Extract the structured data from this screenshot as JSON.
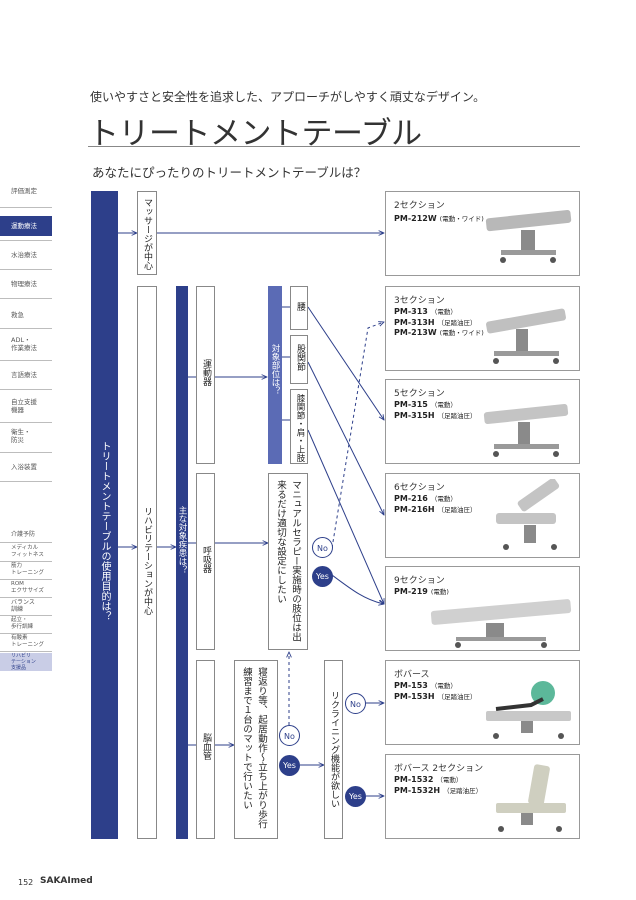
{
  "header": {
    "tagline": "使いやすさと安全性を追求した、アプローチがしやすく頑丈なデザイン。",
    "title": "トリートメントテーブル",
    "subtitle": "あなたにぴったりのトリートメントテーブルは？"
  },
  "sidebar": {
    "items": [
      {
        "label": "評価測定"
      },
      {
        "label": "運動療法",
        "active": true
      },
      {
        "label": "水治療法"
      },
      {
        "label": "物理療法"
      },
      {
        "label": "救急"
      },
      {
        "label": "ADL・\n作業療法"
      },
      {
        "label": "言語療法"
      },
      {
        "label": "自立支援\n機器"
      },
      {
        "label": "衛生・\n防災"
      },
      {
        "label": "入浴装置"
      }
    ],
    "subitems": [
      {
        "label": "介護予防"
      },
      {
        "label": "メディカル\nフィットネス"
      },
      {
        "label": "筋力\nトレーニング"
      },
      {
        "label": "ROM\nエクササイズ"
      },
      {
        "label": "バランス\n訓練"
      },
      {
        "label": "起立・\n歩行訓練"
      },
      {
        "label": "有酸素\nトレーニング"
      },
      {
        "label": "リハビリ\nテーション\n支援品",
        "active": true
      }
    ]
  },
  "flow": {
    "purpose": "トリートメントテーブルの使用目的は？",
    "massage": "マッサージが中心",
    "rehab": "リハビリテーションが中心",
    "main_target": "主な対象疾患は？",
    "motor": "運動器",
    "respiratory": "呼吸器",
    "cerebro": "脳血管",
    "target_area": "対象部位は？",
    "waist": "腰",
    "hip": "股関節",
    "knee": "膝関節・肩・上肢",
    "manual_q": "マニュアルセラピー実施時の肢位は出来るだけ適切な設定にしたい",
    "mat_q": "寝返り等、起居動作～立ち上がり歩行練習まで１台のマットで行いたい",
    "recline_q": "リクライニング機能が欲しい",
    "no": "No",
    "yes": "Yes"
  },
  "products": [
    {
      "section": "2セクション",
      "models": [
        {
          "name": "PM-212W",
          "note": "(電動・ワイド)"
        }
      ]
    },
    {
      "section": "3セクション",
      "models": [
        {
          "name": "PM-313",
          "note": "（電動）"
        },
        {
          "name": "PM-313H",
          "note": "（足踏油圧）"
        },
        {
          "name": "PM-213W",
          "note": "(電動・ワイド)"
        }
      ]
    },
    {
      "section": "5セクション",
      "models": [
        {
          "name": "PM-315",
          "note": "（電動）"
        },
        {
          "name": "PM-315H",
          "note": "（足踏油圧）"
        }
      ]
    },
    {
      "section": "6セクション",
      "models": [
        {
          "name": "PM-216",
          "note": "（電動）"
        },
        {
          "name": "PM-216H",
          "note": "（足踏油圧）"
        }
      ]
    },
    {
      "section": "9セクション",
      "models": [
        {
          "name": "PM-219",
          "note": "(電動)"
        }
      ]
    },
    {
      "section": "ボバース",
      "models": [
        {
          "name": "PM-153",
          "note": "（電動）"
        },
        {
          "name": "PM-153H",
          "note": "（足踏油圧）"
        }
      ]
    },
    {
      "section": "ボバース 2セクション",
      "models": [
        {
          "name": "PM-1532",
          "note": "（電動）"
        },
        {
          "name": "PM-1532H",
          "note": "（足踏油圧）"
        }
      ]
    }
  ],
  "footer": {
    "page": "152",
    "brand": "SAKAImed"
  },
  "colors": {
    "accent": "#2d3f8a",
    "line": "#888888"
  }
}
